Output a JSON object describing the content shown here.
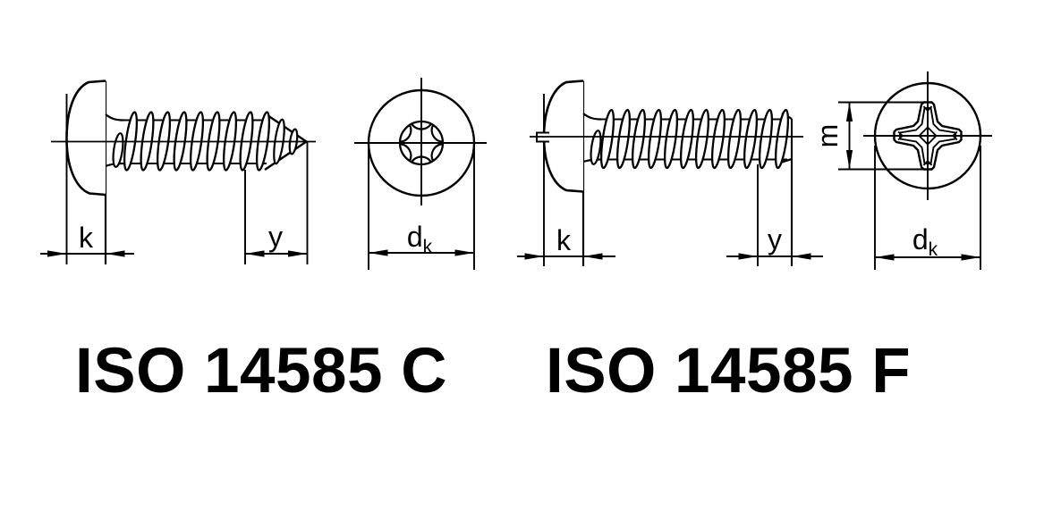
{
  "colors": {
    "background": "#ffffff",
    "ink": "#000000"
  },
  "left_figure": {
    "title": "ISO 14585 C",
    "dim_k": "k",
    "dim_y": "y",
    "dim_d": "d",
    "dim_d_sub": "k"
  },
  "right_figure": {
    "title": "ISO 14585 F",
    "dim_k": "k",
    "dim_y": "y",
    "dim_m": "m",
    "dim_d": "d",
    "dim_d_sub": "k"
  }
}
